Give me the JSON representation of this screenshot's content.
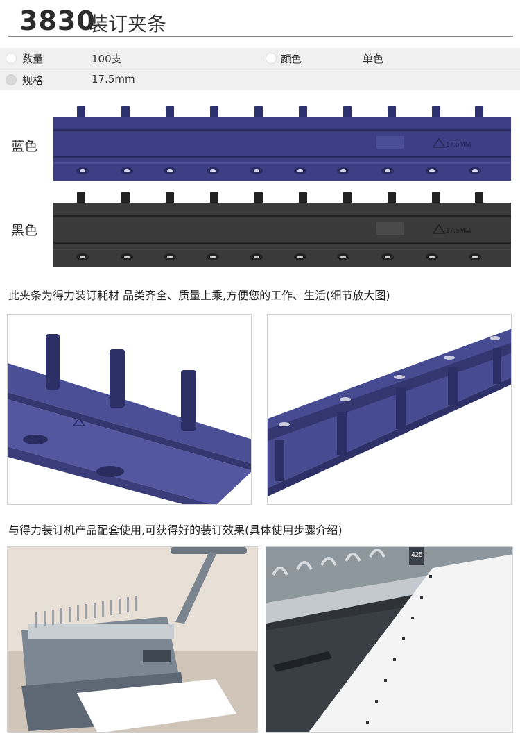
{
  "header": {
    "model": "3830",
    "title": "装订夹条"
  },
  "specs": {
    "quantity_label": "数量",
    "quantity_value": "100支",
    "color_label": "颜色",
    "color_value": "单色",
    "size_label": "规格",
    "size_value": "17.5mm"
  },
  "strips": {
    "blue_label": "蓝色",
    "black_label": "黑色",
    "marking": "17.5MM",
    "blue_color": "#3c3f84",
    "black_color": "#3a3a3a"
  },
  "captions": {
    "detail": "此夹条为得力装订耗材 品类齐全、质量上乘,方便您的工作、生活(细节放大图)",
    "usage": "与得力装订机产品配套使用,可获得好的装订效果(具体使用步骤介绍)"
  },
  "machine": {
    "badge": "425"
  }
}
